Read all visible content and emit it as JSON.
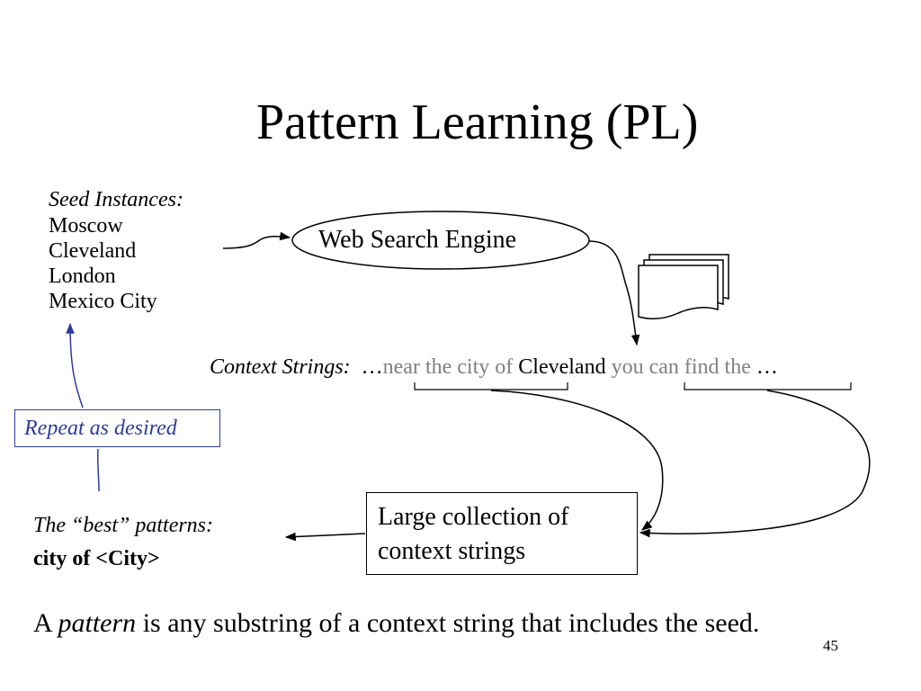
{
  "title": "Pattern Learning (PL)",
  "seed": {
    "heading": "Seed Instances:",
    "items": [
      "Moscow",
      "Cleveland",
      "London",
      "Mexico City"
    ]
  },
  "search_engine": {
    "label": "Web Search Engine"
  },
  "documents_icon": "stacked-documents-icon",
  "context": {
    "label": "Context Strings:",
    "leading_ellipsis": "…",
    "left_context": "near the city of",
    "seed_word": "Cleveland",
    "right_context": "you can find the",
    "trailing_ellipsis": "…"
  },
  "repeat": {
    "label": "Repeat as desired"
  },
  "best_patterns": {
    "heading": "The “best” patterns:",
    "pattern": "city of <City>"
  },
  "collection": {
    "line1": "Large collection of",
    "line2": "context strings"
  },
  "footnote": {
    "prefix": "A ",
    "emphasis": "pattern",
    "suffix": " is any substring of a context string that includes the seed."
  },
  "slide_number": "45",
  "colors": {
    "text": "#000000",
    "muted": "#808080",
    "accent": "#2e3a9e"
  }
}
